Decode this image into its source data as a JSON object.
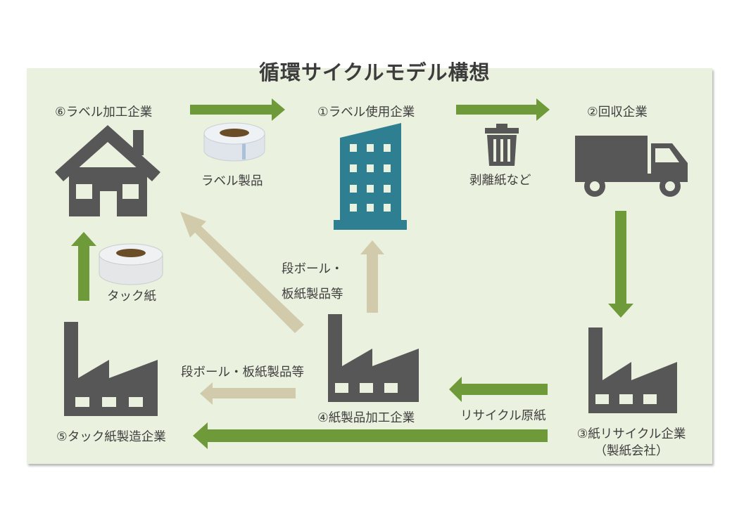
{
  "title": "循環サイクルモデル構想",
  "nodes": {
    "label_user": "①ラベル使用企業",
    "collector": "②回収企業",
    "paper_recycler": "③紙リサイクル企業",
    "paper_recycler_sub": "（製紙会社）",
    "paper_processor": "④紙製品加工企業",
    "tack_maker": "⑤タック紙製造企業",
    "label_processor": "⑥ラベル加工企業"
  },
  "flows": {
    "label_product": "ラベル製品",
    "release_paper": "剥離紙など",
    "cardboard_line1": "段ボール・",
    "cardboard_line2": "板紙製品等",
    "cardboard_full": "段ボール・板紙製品等",
    "recycled_paper": "リサイクル原紙",
    "tack_paper": "タック紙"
  },
  "colors": {
    "green_arrow": "#6f9a3a",
    "beige_arrow": "#d1cbab",
    "building": "#2f7f92",
    "icon_gray": "#575757",
    "panel_bg": "#ebf1df"
  }
}
